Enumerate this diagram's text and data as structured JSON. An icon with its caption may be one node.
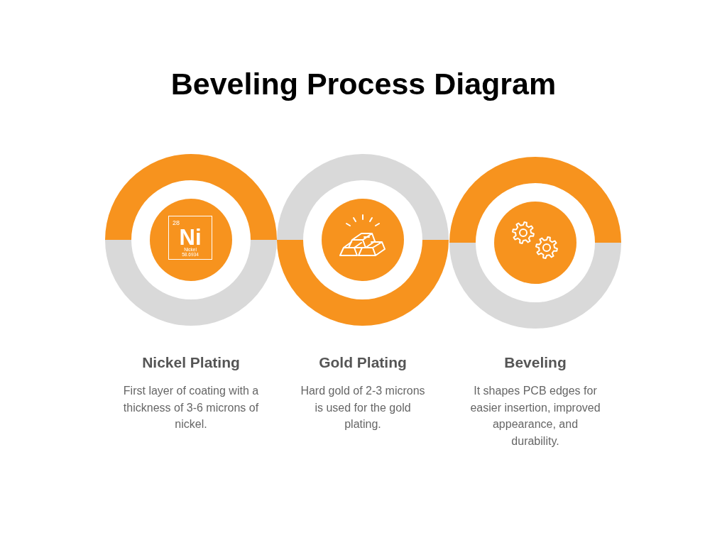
{
  "diagram": {
    "title": "Beveling Process Diagram",
    "nodes": [
      {
        "text": [
          "Nickel Plating",
          "First layer of coating with a thickness of 3-6 microns of nickel."
        ]
      },
      {
        "text": [
          "Gold Plating",
          "Hard gold of 2-3 microns is used for the gold plating."
        ]
      },
      {
        "text": [
          "Beveling",
          "It shapes PCB edges for easier insertion, improved appearance, and durability."
        ]
      }
    ],
    "labels": [
      "28",
      "Ni",
      "Nickel",
      "58.6934"
    ]
  }
}
